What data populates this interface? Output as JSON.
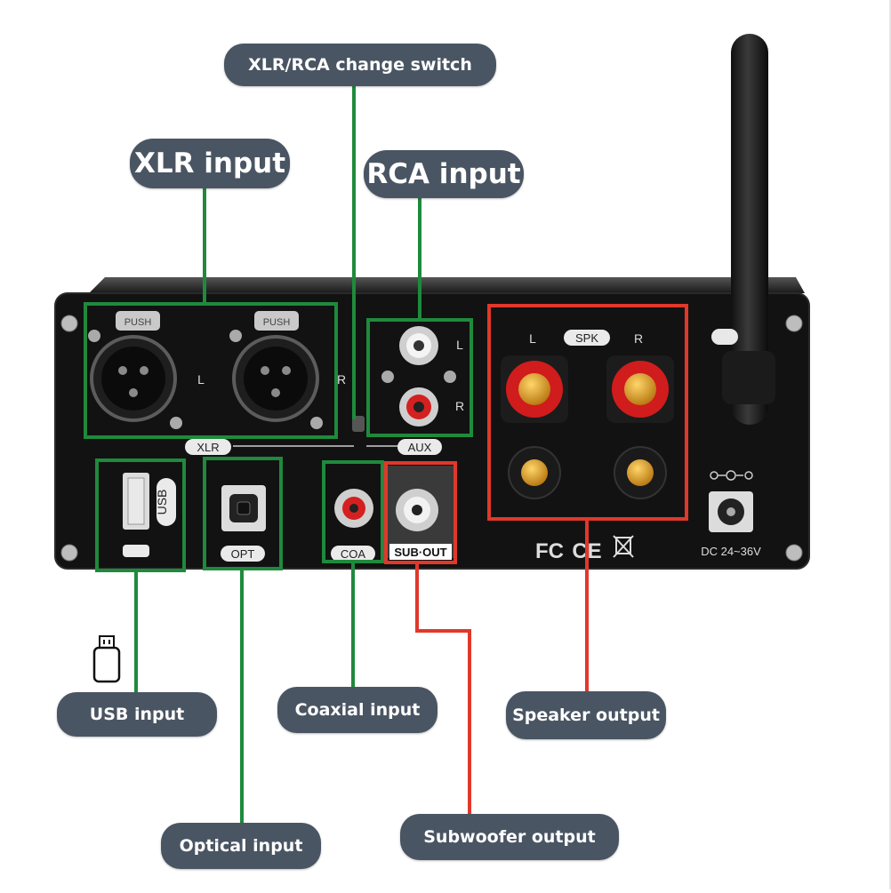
{
  "callouts": {
    "xlr_rca_switch": "XLR/RCA change switch",
    "xlr_input": "XLR input",
    "rca_input": "RCA input",
    "usb_input": "USB input",
    "coaxial_input": "Coaxial input",
    "speaker_output": "Speaker output",
    "optical_input": "Optical input",
    "subwoofer_output": "Subwoofer output"
  },
  "panel": {
    "push": "PUSH",
    "ch_l": "L",
    "ch_r": "R",
    "xlr": "XLR",
    "aux": "AUX",
    "spk": "SPK",
    "usb": "USB",
    "opt": "OPT",
    "coa": "COA",
    "sub_out": "SUB·OUT",
    "dc": "DC 24~36V",
    "fc": "FC",
    "ce": "CE"
  },
  "colors": {
    "green_leader": "#1f8a3c",
    "red_leader": "#e0382b",
    "callout_bg": "#4a5563",
    "panel_bg": "#111111"
  }
}
